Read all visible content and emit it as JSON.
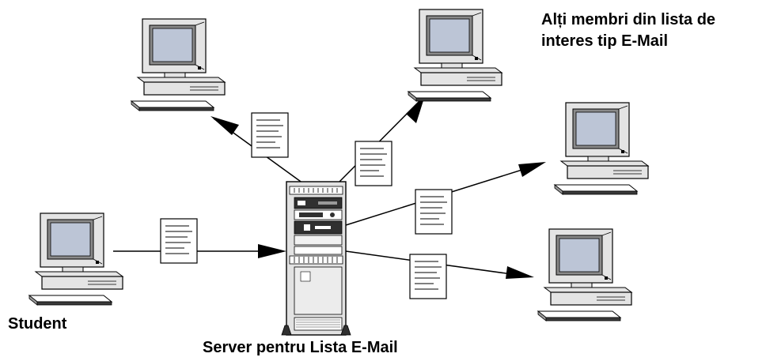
{
  "labels": {
    "student": "Student",
    "server": "Server pentru Lista E-Mail",
    "others_line1": "Alți membri din lista de",
    "others_line2": "interes tip E-Mail"
  },
  "colors": {
    "screen": "#bcc5d6",
    "computer_body": "#e4e4e4",
    "outline": "#000000",
    "server_body": "#e2e2e2",
    "server_dark": "#303030"
  },
  "nodes": [
    {
      "id": "student",
      "icon": "desktop-computer-icon"
    },
    {
      "id": "server",
      "icon": "server-tower-icon"
    },
    {
      "id": "member-1",
      "icon": "desktop-computer-icon"
    },
    {
      "id": "member-2",
      "icon": "desktop-computer-icon"
    },
    {
      "id": "member-3",
      "icon": "desktop-computer-icon"
    },
    {
      "id": "member-4",
      "icon": "desktop-computer-icon"
    }
  ],
  "edges": [
    {
      "from": "student",
      "to": "server",
      "carries": "document-icon"
    },
    {
      "from": "server",
      "to": "member-1",
      "carries": "document-icon"
    },
    {
      "from": "server",
      "to": "member-2",
      "carries": "document-icon"
    },
    {
      "from": "server",
      "to": "member-3",
      "carries": "document-icon"
    },
    {
      "from": "server",
      "to": "member-4",
      "carries": "document-icon"
    }
  ]
}
